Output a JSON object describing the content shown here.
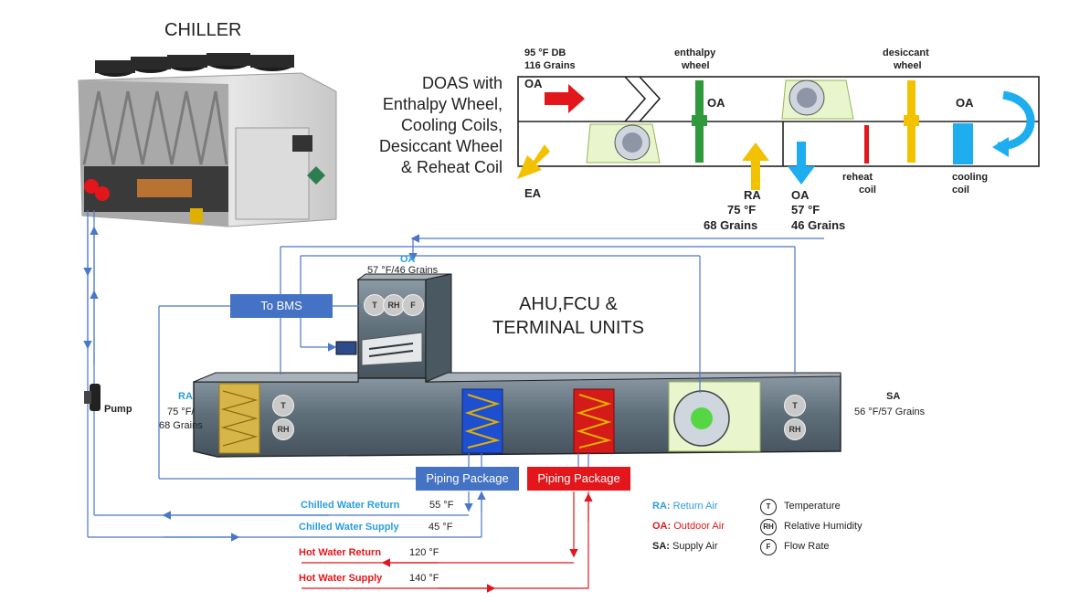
{
  "chiller": {
    "title": "CHILLER"
  },
  "doas": {
    "title_lines": [
      "DOAS with",
      "Enthalpy Wheel,",
      "Cooling Coils,",
      "Desiccant Wheel",
      "& Reheat Coil"
    ],
    "oa_in_temp": "95 °F DB",
    "oa_in_grains": "116 Grains",
    "oa_in_label": "OA",
    "enthalpy_wheel_lines": [
      "enthalpy",
      "wheel"
    ],
    "desiccant_wheel_lines": [
      "desiccant",
      "wheel"
    ],
    "oa_mid_1": "OA",
    "oa_mid_2": "OA",
    "ea_label": "EA",
    "ra_label": "RA",
    "ra_temp": "75 °F",
    "ra_grains": "68 Grains",
    "oa_out_label": "OA",
    "oa_out_temp": "57 °F",
    "oa_out_grains": "46 Grains",
    "reheat_coil_lines": [
      "reheat",
      "coil"
    ],
    "cooling_coil_lines": [
      "cooling",
      "coil"
    ]
  },
  "ahu": {
    "title_lines": [
      "AHU,FCU &",
      "TERMINAL UNITS"
    ],
    "oa_label": "OA",
    "oa_value": "57 °F/46 Grains",
    "to_bms": "To BMS",
    "ra_label": "RA",
    "ra_value_1": "75 °F/",
    "ra_value_2": "68 Grains",
    "sa_label": "SA",
    "sa_value": "56 °F/57 Grains",
    "pump_label": "Pump",
    "sensor_t": "T",
    "sensor_rh": "RH",
    "sensor_f": "F",
    "piping_package_blue": "Piping Package",
    "piping_package_red": "Piping Package"
  },
  "water": {
    "chw_return_label": "Chilled Water Return",
    "chw_return_temp": "55 °F",
    "chw_supply_label": "Chilled Water Supply",
    "chw_supply_temp": "45 °F",
    "hw_return_label": "Hot Water Return",
    "hw_return_temp": "120 °F",
    "hw_supply_label": "Hot Water Supply",
    "hw_supply_temp": "140 °F"
  },
  "legend": {
    "ra_abbr": "RA:",
    "ra_text": "Return Air",
    "oa_abbr": "OA:",
    "oa_text": "Outdoor Air",
    "sa_abbr": "SA:",
    "sa_text": "Supply Air",
    "t_icon": "T",
    "t_text": "Temperature",
    "rh_icon": "RH",
    "rh_text": "Relative Humidity",
    "f_icon": "F",
    "f_text": "Flow Rate"
  },
  "colors": {
    "blue_line": "#4a78c9",
    "blue_box": "#4472c4",
    "red": "#e2161b",
    "cyan": "#2b9de0",
    "green_wheel": "#2e9a3c",
    "yellow": "#f2c200"
  }
}
